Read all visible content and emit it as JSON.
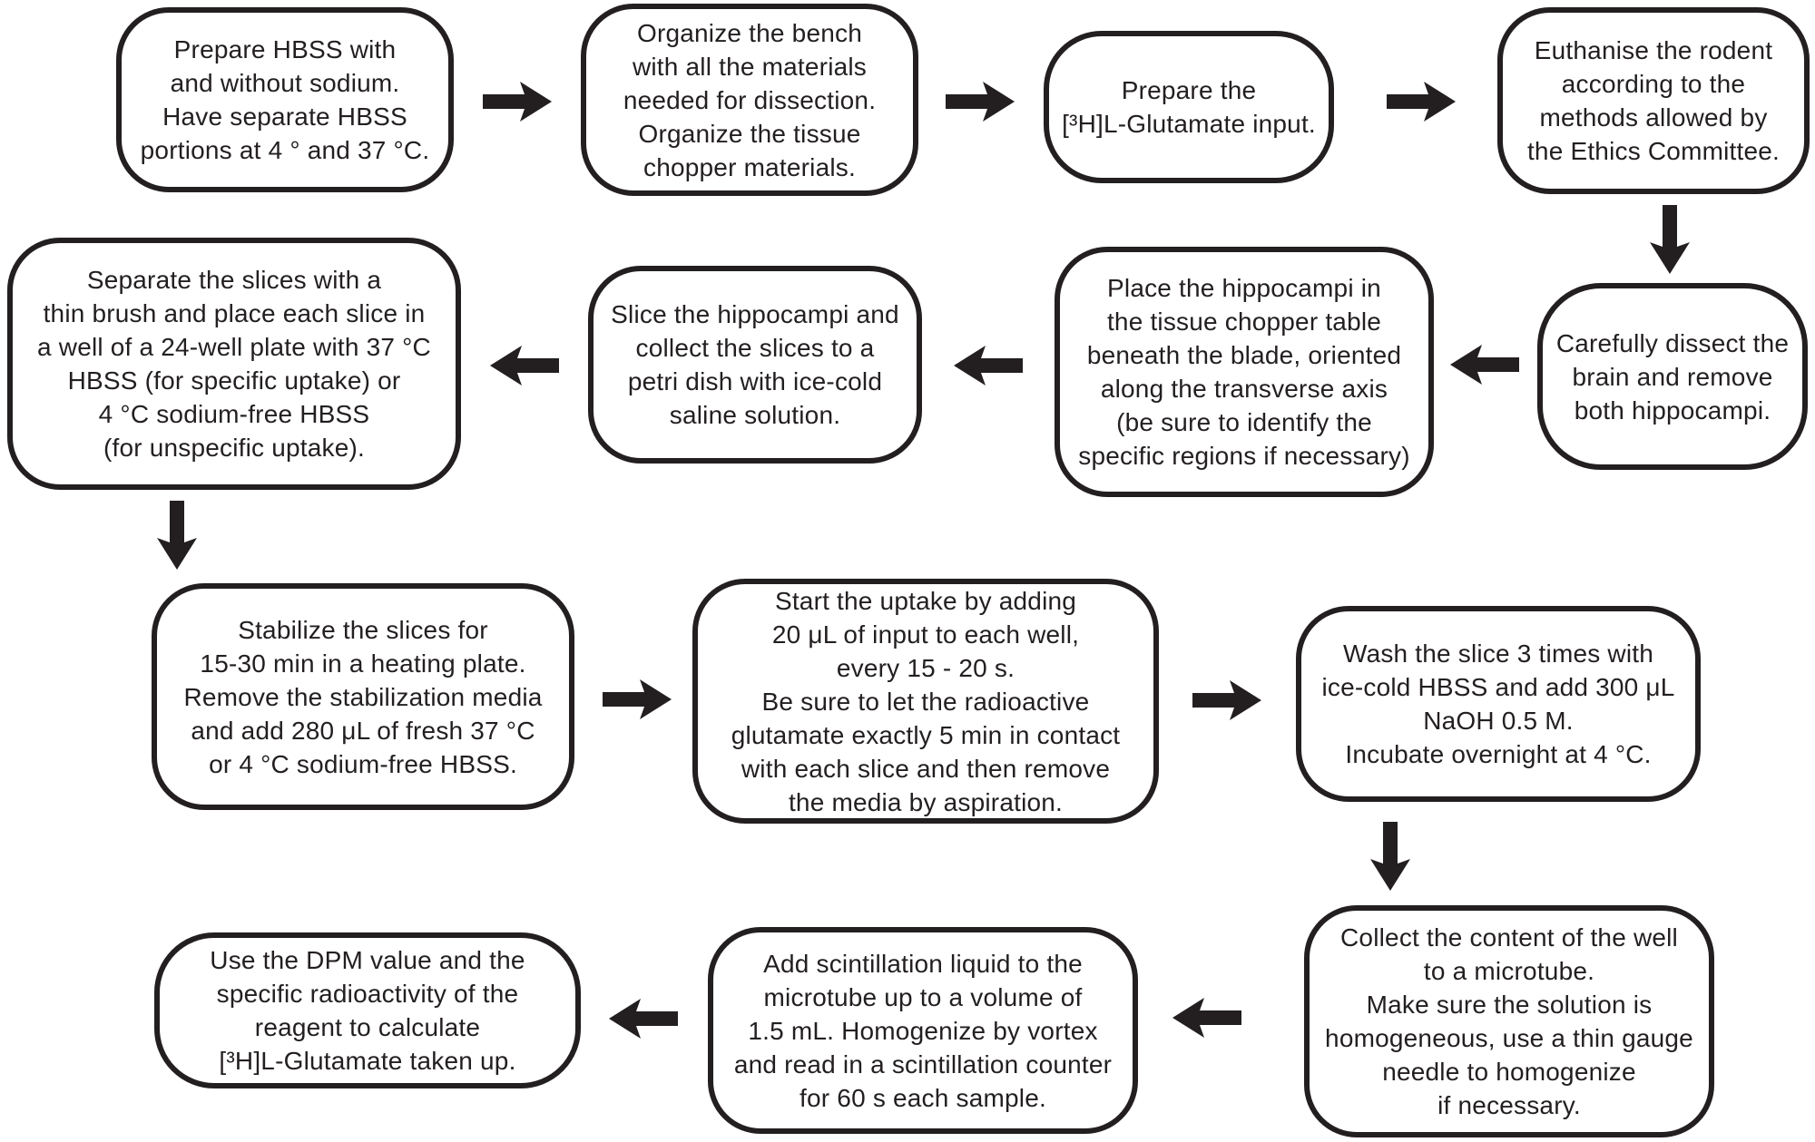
{
  "colors": {
    "ink": "#231f20",
    "background": "#ffffff"
  },
  "steps": [
    {
      "id": 1,
      "text": "Prepare HBSS with\nand without sodium.\nHave separate HBSS\nportions at 4 ° and 37 °C."
    },
    {
      "id": 2,
      "text": "Organize the bench\nwith all the materials\nneeded for dissection.\nOrganize the tissue\nchopper materials."
    },
    {
      "id": 3,
      "text": "Prepare the\n[³H]L-Glutamate input."
    },
    {
      "id": 4,
      "text": "Euthanise the rodent\naccording to the\nmethods allowed by\nthe Ethics Committee."
    },
    {
      "id": 5,
      "text": "Carefully dissect the\nbrain and remove\nboth hippocampi."
    },
    {
      "id": 6,
      "text": "Place the hippocampi in\nthe tissue chopper table\nbeneath the blade, oriented\nalong the transverse axis\n(be sure to identify the\nspecific regions if necessary)"
    },
    {
      "id": 7,
      "text": "Slice the hippocampi and\ncollect the slices to a\npetri dish with ice-cold\nsaline solution."
    },
    {
      "id": 8,
      "text": "Separate the slices with a\nthin brush and place each slice in\na well of a 24-well plate with 37 °C\nHBSS (for specific uptake) or\n4 °C sodium-free HBSS\n(for unspecific uptake)."
    },
    {
      "id": 9,
      "text": "Stabilize the slices for\n15-30 min in a heating plate.\nRemove the stabilization media\nand add 280 μL of fresh 37 °C\nor 4 °C sodium-free HBSS."
    },
    {
      "id": 10,
      "text": "Start the uptake by adding\n20 μL of input to each well,\nevery 15 - 20 s.\nBe sure to let the radioactive\nglutamate exactly 5 min in contact\nwith each slice and then remove\nthe media by aspiration."
    },
    {
      "id": 11,
      "text": "Wash the slice 3 times with\nice-cold HBSS and add 300 μL\nNaOH 0.5 M.\nIncubate overnight at 4 °C."
    },
    {
      "id": 12,
      "text": "Collect the content of the well\nto a microtube.\nMake sure the solution is\nhomogeneous, use a thin gauge\nneedle to homogenize\nif necessary."
    },
    {
      "id": 13,
      "text": "Add scintillation liquid to the\nmicrotube up to a volume of\n1.5 mL. Homogenize by vortex\nand read in a scintillation counter\nfor 60 s each sample."
    },
    {
      "id": 14,
      "text": "Use the DPM value and the\nspecific radioactivity of the\nreagent to calculate\n[³H]L-Glutamate taken up."
    }
  ],
  "connections": [
    {
      "from": 1,
      "to": 2,
      "direction": "right"
    },
    {
      "from": 2,
      "to": 3,
      "direction": "right"
    },
    {
      "from": 3,
      "to": 4,
      "direction": "right"
    },
    {
      "from": 4,
      "to": 5,
      "direction": "down"
    },
    {
      "from": 5,
      "to": 6,
      "direction": "left"
    },
    {
      "from": 6,
      "to": 7,
      "direction": "left"
    },
    {
      "from": 7,
      "to": 8,
      "direction": "left"
    },
    {
      "from": 8,
      "to": 9,
      "direction": "down"
    },
    {
      "from": 9,
      "to": 10,
      "direction": "right"
    },
    {
      "from": 10,
      "to": 11,
      "direction": "right"
    },
    {
      "from": 11,
      "to": 12,
      "direction": "down"
    },
    {
      "from": 12,
      "to": 13,
      "direction": "left"
    },
    {
      "from": 13,
      "to": 14,
      "direction": "left"
    }
  ]
}
